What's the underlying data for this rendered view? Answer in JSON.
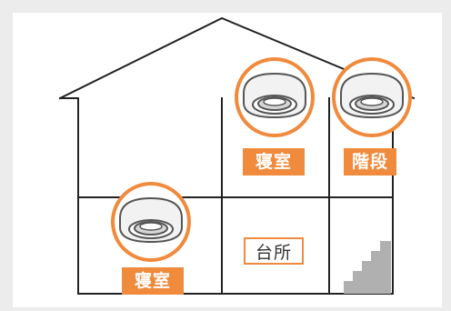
{
  "colors": {
    "accent": "#f08a3c",
    "line": "#222222",
    "stair": "#b0b0b0",
    "detector_body": "#f2f2f2",
    "detector_rim": "#555555"
  },
  "rooms": {
    "bedroom_upper": "寝室",
    "stairs_upper": "階段",
    "bedroom_lower": "寝室",
    "kitchen": "台所"
  },
  "icons": {
    "detector": "smoke-detector-icon",
    "stairs": "stairs-icon"
  }
}
